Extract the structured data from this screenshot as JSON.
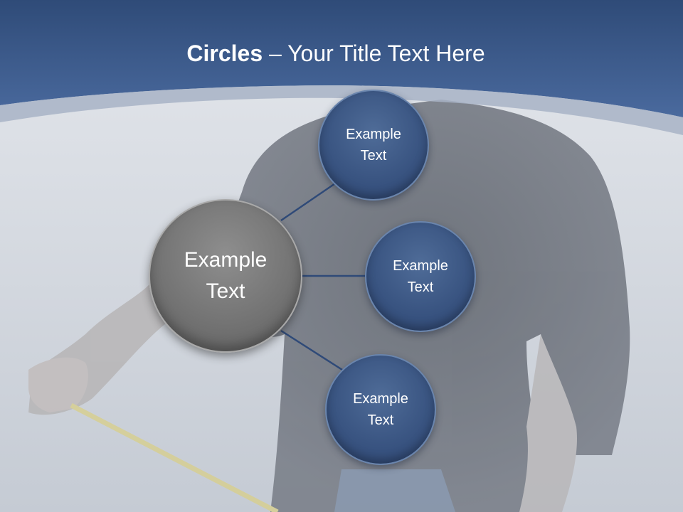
{
  "slide": {
    "title_bold": "Circles",
    "title_rest": " – Your Title Text Here"
  },
  "diagram": {
    "center": {
      "line1": "Example",
      "line2": "Text"
    },
    "nodes": [
      {
        "line1": "Example",
        "line2": "Text"
      },
      {
        "line1": "Example",
        "line2": "Text"
      },
      {
        "line1": "Example",
        "line2": "Text"
      }
    ]
  },
  "colors": {
    "header_blue": "#3d5d8f",
    "node_blue": "#3a5582",
    "center_gray": "#767676",
    "connector": "#2f4a78",
    "background": "#d3d8df"
  }
}
